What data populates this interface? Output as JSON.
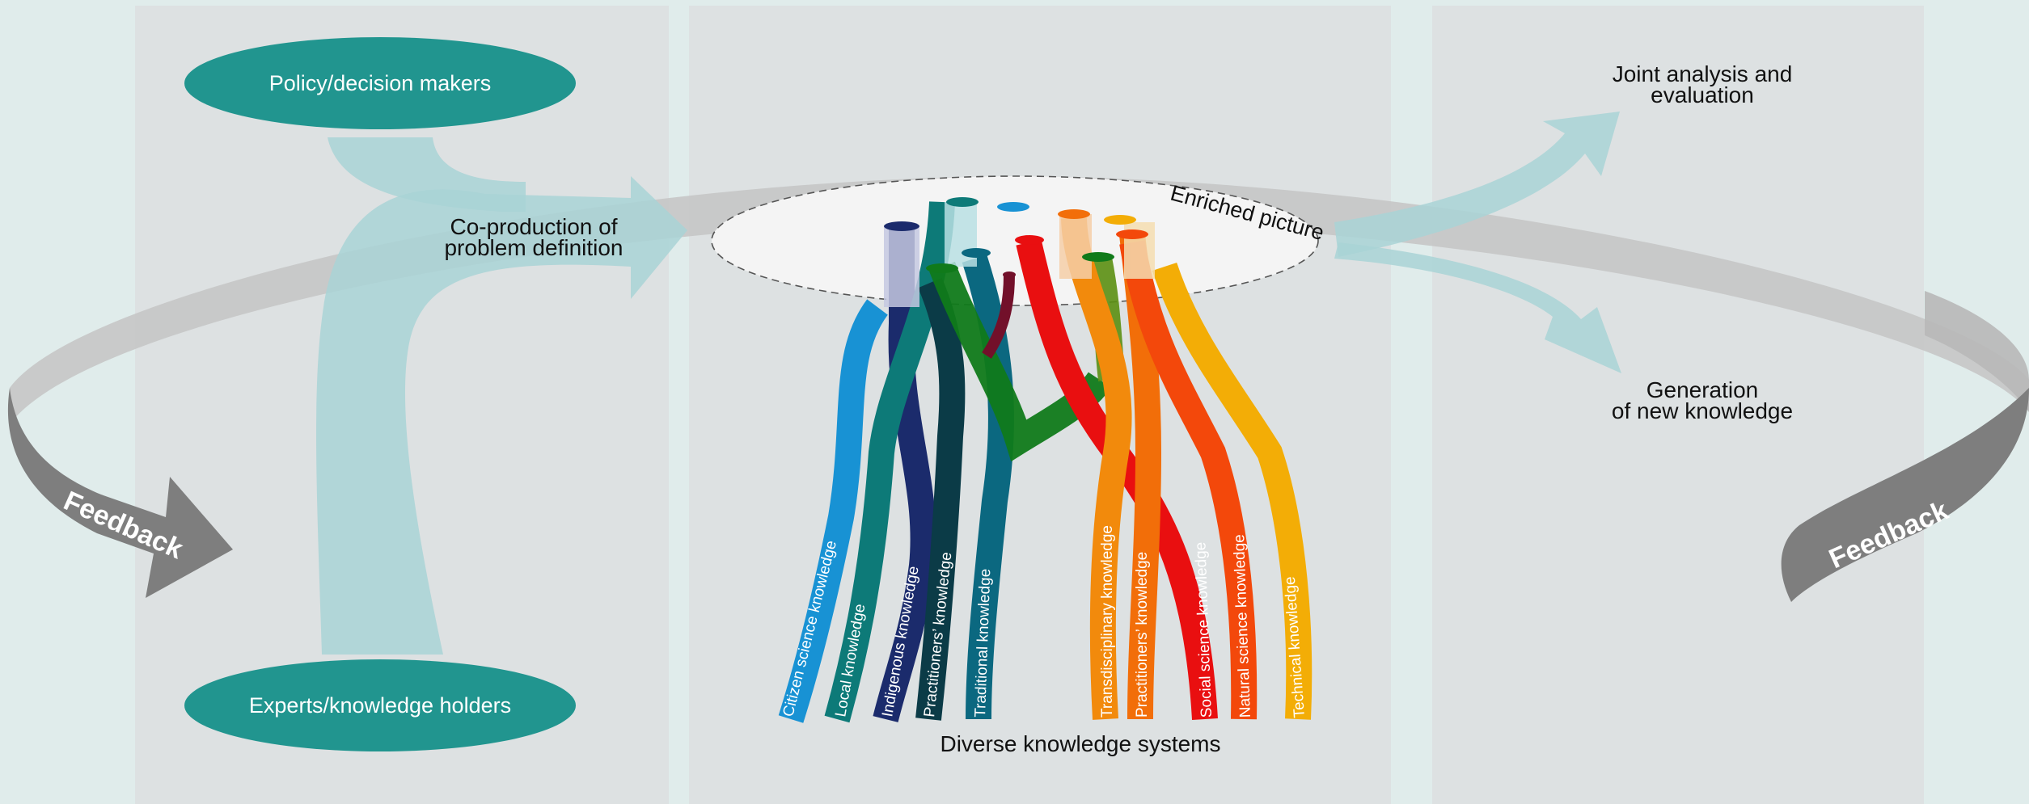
{
  "actors": {
    "policy": "Policy/decision makers",
    "experts": "Experts/knowledge holders"
  },
  "steps": {
    "coproduction_line1": "Co-production of",
    "coproduction_line2": "problem definition",
    "enriched": "Enriched picture",
    "joint_line1": "Joint analysis and",
    "joint_line2": "evaluation",
    "generation_line1": "Generation",
    "generation_line2": "of new knowledge"
  },
  "feedback": {
    "left": "Feedback",
    "right": "Feedback"
  },
  "diverse_label": "Diverse knowledge systems",
  "knowledge": {
    "citizen": "Citizen science knowledge",
    "local": "Local knowledge",
    "indigenous": "Indigenous knowledge",
    "practitioners_left": "Practitioners’ knowledge",
    "traditional": "Traditional knowledge",
    "transdisciplinary": "Transdisciplinary knowledge",
    "practitioners_right": "Practitioners’ knowledge",
    "social": "Social science knowledge",
    "natural": "Natural science knowledge",
    "technical": "Technical knowledge"
  },
  "colors": {
    "background": "#e0eceb",
    "panel": "#dde1e2",
    "actor_teal": "#21958f",
    "flow_teal": "#a9d4d6",
    "ring_grey": "#c4c4c4",
    "feedback_grey": "#7e7e7e",
    "citizen": "#1892d4",
    "local": "#0d7a78",
    "indigenous": "#1b2b6c",
    "practitioners_left": "#0b3b47",
    "traditional": "#0b6880",
    "transdisciplinary": "#f28a0c",
    "practitioners_right": "#f26e09",
    "social": "#e90f10",
    "natural": "#f3480b",
    "technical": "#f3ad06",
    "green": "#107a1a",
    "maroon": "#72102a"
  }
}
